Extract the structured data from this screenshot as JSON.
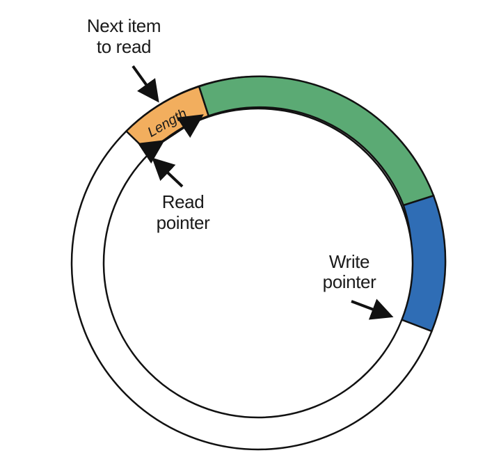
{
  "labels": {
    "next_item_line1": "Next item",
    "next_item_line2": "to read",
    "length": "Length",
    "read_pointer_line1": "Read",
    "read_pointer_line2": "pointer",
    "write_pointer_line1": "Write",
    "write_pointer_line2": "pointer"
  },
  "colors": {
    "next_item_segment": "#F2AE5E",
    "data_segment": "#5BAA74",
    "write_segment": "#2F6DB5",
    "outline": "#111111"
  }
}
